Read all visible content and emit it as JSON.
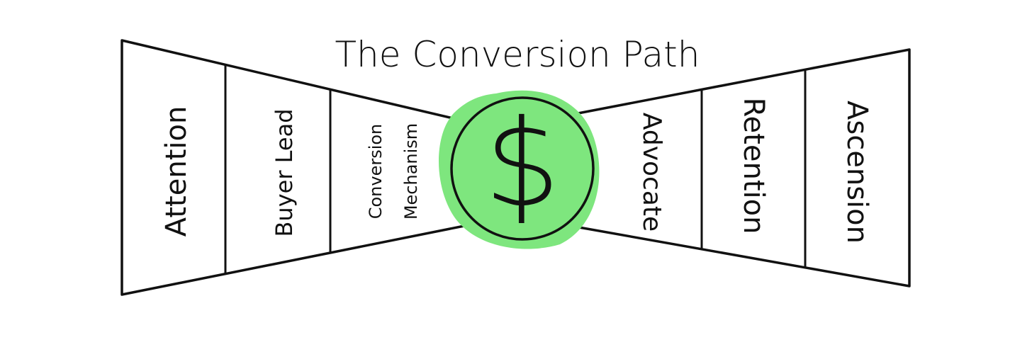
{
  "title": "The Conversion Path",
  "left_stages": [
    {
      "label": "Attention"
    },
    {
      "label": "Buyer Lead"
    },
    {
      "label_lines": [
        "Conversion",
        "Mechanism"
      ]
    }
  ],
  "center": {
    "symbol": "$",
    "icon": "dollar-coin-icon",
    "fill_color": "#7ee67e",
    "blob_color": "#7ee67e"
  },
  "right_stages": [
    {
      "label": "Advocate"
    },
    {
      "label": "Retention"
    },
    {
      "label": "Ascension"
    }
  ],
  "colors": {
    "stroke": "#111111",
    "background": "#ffffff"
  }
}
